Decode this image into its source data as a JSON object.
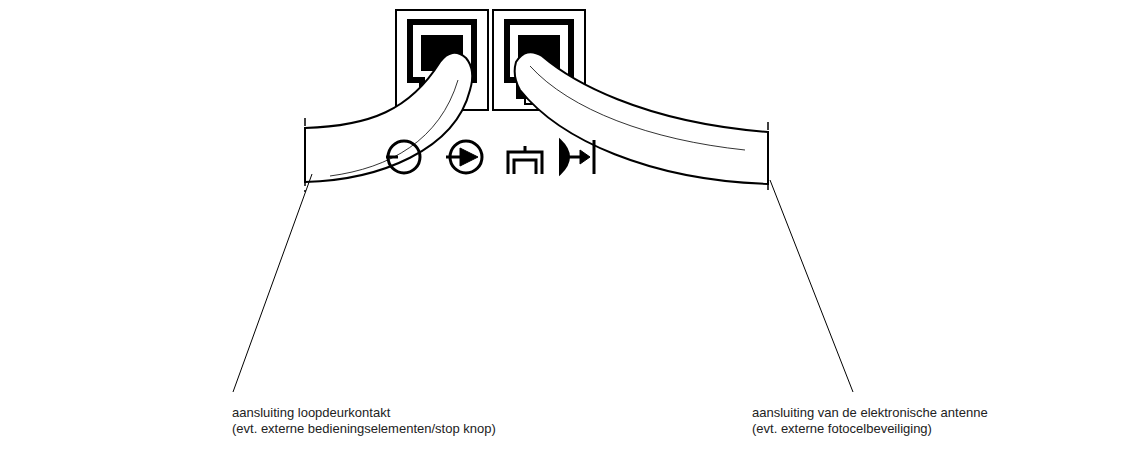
{
  "diagram": {
    "labels": [
      "aansluiting loopdeurkontakt",
      "(evt. externe bedieningselementen/stop knop)",
      "aansluiting van de elektronische antenne",
      "(evt. externe fotocelbeveiliging)"
    ]
  }
}
